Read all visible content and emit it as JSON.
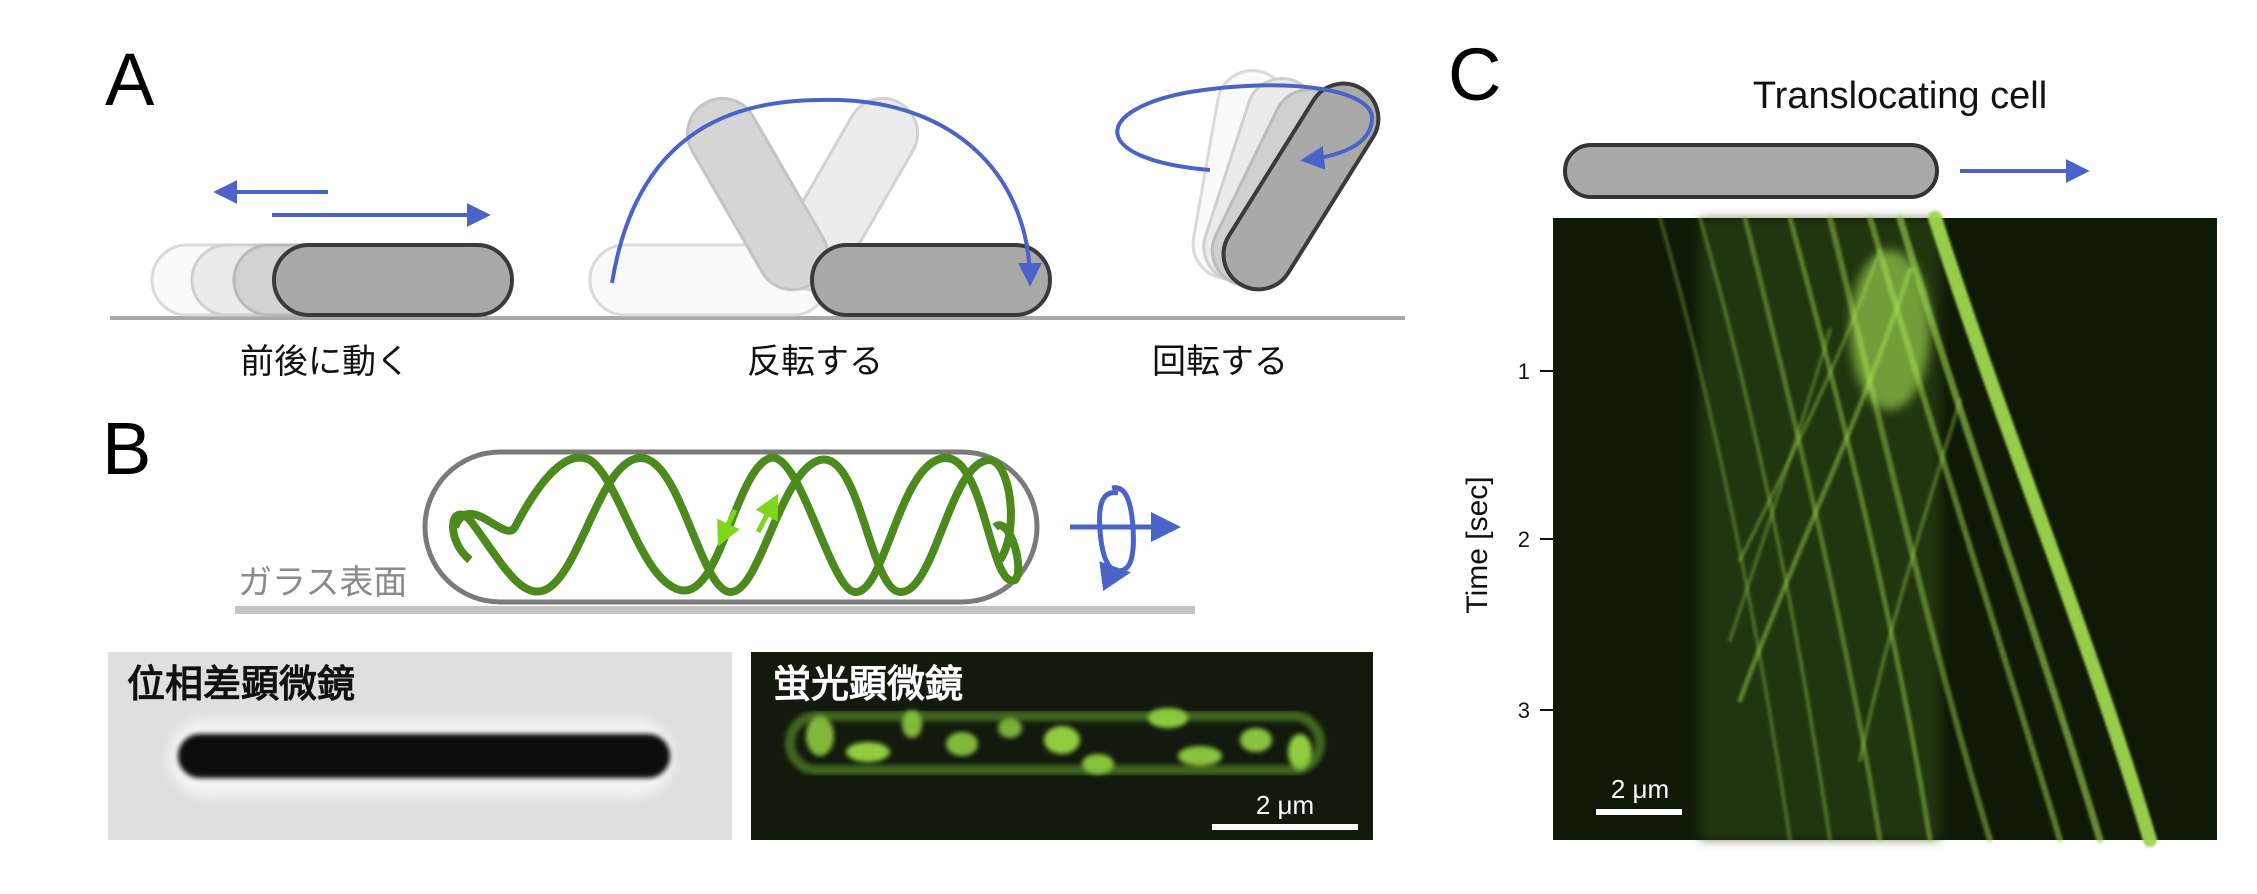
{
  "panels": {
    "a": {
      "letter": "A",
      "captions": [
        "前後に動く",
        "反転する",
        "回転する"
      ]
    },
    "b": {
      "letter": "B",
      "surface_label": "ガラス表面",
      "phase_label": "位相差顕微鏡",
      "fluor_label": "蛍光顕微鏡",
      "scale_label": "2 μm"
    },
    "c": {
      "letter": "C",
      "title": "Translocating cell",
      "y_axis_label": "Time [sec]",
      "y_ticks": [
        "1",
        "2",
        "3"
      ],
      "scale_label": "2 μm"
    }
  },
  "colors": {
    "arrow_blue": "#4a63c8",
    "helix_green": "#4c8a1e",
    "cell_gray": "#a9a9a9",
    "kymo_bg": "#0f1a06",
    "fluor_green": "#b6f25c"
  }
}
